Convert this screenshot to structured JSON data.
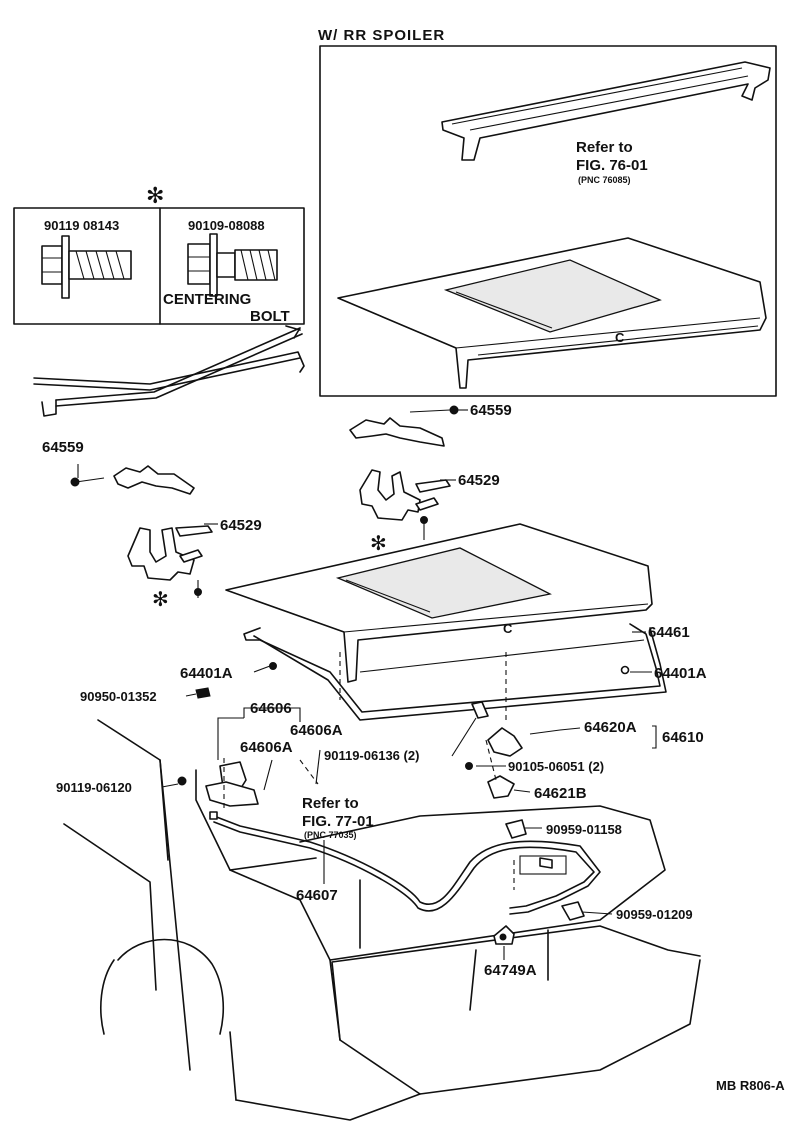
{
  "header": {
    "spoiler_title": "W/ RR SPOILER"
  },
  "spoiler_ref": {
    "line1": "Refer to",
    "line2": "FIG. 76-01",
    "line3": "(PNC 76085)"
  },
  "bolt_box": {
    "star_mark": "✻",
    "bolt1_part": "90119 08143",
    "bolt2_part": "90109-08088",
    "centering_line1": "CENTERING",
    "centering_line2": "BOLT"
  },
  "lid_marks": {
    "spoiler_lid": "C",
    "main_lid": "C"
  },
  "labels": {
    "p64559_right": "64559",
    "p64559_left": "64559",
    "p64529_right": "64529",
    "p64529_left": "64529",
    "p64461": "64461",
    "p64401A_left": "64401A",
    "p64401A_right": "64401A",
    "p90950": "90950-01352",
    "p64606": "64606",
    "p64606A_1": "64606A",
    "p64606A_2": "64606A",
    "p90119_06136": "90119-06136 (2)",
    "p64620A": "64620A",
    "p64610": "64610",
    "p90105": "90105-06051 (2)",
    "p90119_06120": "90119-06120",
    "p64621B": "64621B",
    "p90959_01158": "90959-01158",
    "p64607": "64607",
    "p90959_01209": "90959-01209",
    "p64749A": "64749A"
  },
  "cable_ref": {
    "line1": "Refer to",
    "line2": "FIG. 77-01",
    "line3": "(PNC 77035)"
  },
  "footer": {
    "code": "MB R806-A"
  }
}
